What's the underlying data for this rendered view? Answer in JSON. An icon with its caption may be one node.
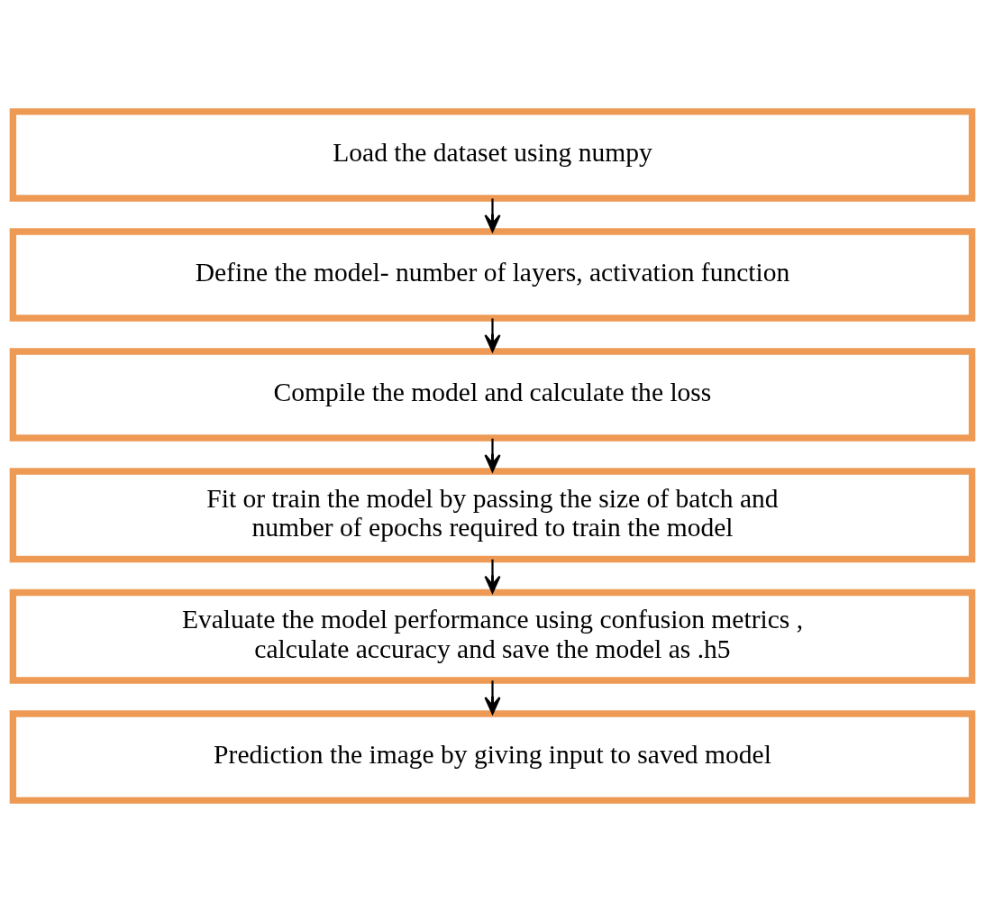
{
  "diagram": {
    "nodes": [
      {
        "text": [
          "Load the dataset using numpy"
        ]
      },
      {
        "text": [
          "Define the model- number of layers, activation function"
        ]
      },
      {
        "text": [
          "Compile the model and calculate the loss"
        ]
      },
      {
        "text": [
          "Fit or train the model by passing the size of batch and number of epochs required to train the model"
        ]
      },
      {
        "text": [
          "Evaluate the model performance using confusion metrics , calculate accuracy and save the model as .h5"
        ]
      },
      {
        "text": [
          "Prediction the image by giving input to saved model"
        ]
      }
    ],
    "edges": [
      {
        "from": 0,
        "to": 1,
        "arrow": "to"
      },
      {
        "from": 1,
        "to": 2,
        "arrow": "to"
      },
      {
        "from": 2,
        "to": 3,
        "arrow": "to"
      },
      {
        "from": 3,
        "to": 4,
        "arrow": "to"
      },
      {
        "from": 4,
        "to": 5,
        "arrow": "to"
      }
    ]
  }
}
